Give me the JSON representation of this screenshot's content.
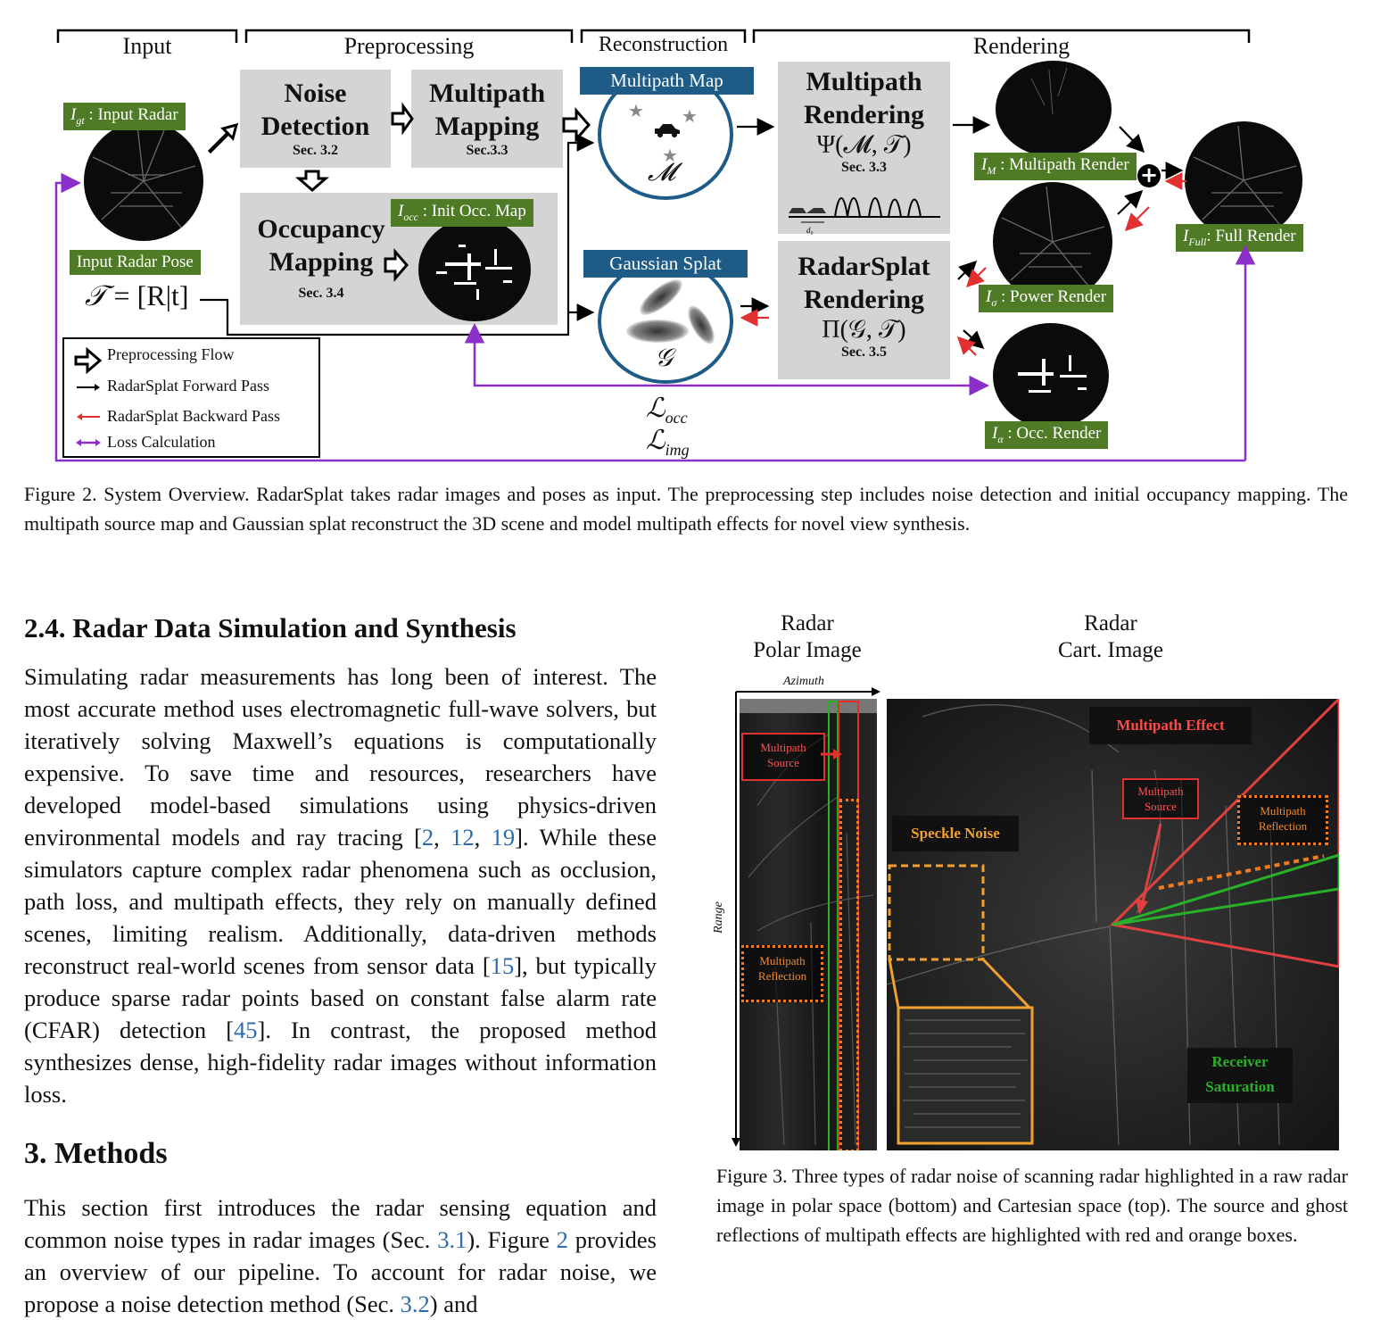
{
  "fig2": {
    "stages": {
      "input": "Input",
      "preprocessing": "Preprocessing",
      "reconstruction": "Reconstruction",
      "rendering": "Rendering"
    },
    "noise": {
      "title": "Noise Detection",
      "sec": "Sec. 3.2"
    },
    "multipath_map_box": {
      "title": "Multipath Mapping",
      "sec": "Sec.3.3"
    },
    "occupancy": {
      "title": "Occupancy Mapping",
      "sec": "Sec. 3.4"
    },
    "init_occ_tag": {
      "sym": "I",
      "sub": "occ",
      "text": " : Init Occ. Map"
    },
    "input_radar_tag": {
      "sym": "I",
      "sub": "gt",
      "text": " : Input Radar"
    },
    "input_pose_tag": "Input Radar Pose",
    "pose_eq": {
      "T": "𝒯",
      "rest": "= [R|t]"
    },
    "multipath_map_tag": "Multipath Map",
    "gaussian_tag": "Gaussian Splat",
    "M_sym": "𝓜",
    "G_sym": "𝒢",
    "mp_render": {
      "title": "Multipath Rendering",
      "formula": "Ψ(𝓜, 𝒯)",
      "sec": "Sec. 3.3",
      "d0": "d₀"
    },
    "rs_render": {
      "title": "RadarSplat Rendering",
      "formula": "Π(𝒢, 𝒯)",
      "sec": "Sec. 3.5"
    },
    "out_tags": {
      "mp": {
        "sym": "I",
        "sub": "M",
        "text": " : Multipath Render"
      },
      "pw": {
        "sym": "I",
        "sub": "σ",
        "text": " : Power Render"
      },
      "occ": {
        "sym": "I",
        "sub": "α",
        "text": " : Occ. Render"
      },
      "full": {
        "sym": "I",
        "sub": "Full",
        "text": ": Full Render"
      }
    },
    "plus": "+",
    "loss1": {
      "sym": "ℒ",
      "sub": "occ"
    },
    "loss2": {
      "sym": "ℒ",
      "sub": "img"
    },
    "legend": [
      "Preprocessing Flow",
      "RadarSplat Forward Pass",
      "RadarSplat Backward Pass",
      "Loss Calculation"
    ],
    "colors": {
      "grey_box": "#d4d4d4",
      "green_tag": "#4f7a26",
      "blue_tag": "#1e5b86",
      "backward": "#e23030",
      "loss": "#8a2fc9"
    }
  },
  "fig2_caption": "Figure 2. System Overview. RadarSplat takes radar images and poses as input. The preprocessing step includes noise detection and initial occupancy mapping. The multipath source map and Gaussian splat reconstruct the 3D scene and model multipath effects for novel view synthesis.",
  "section24": {
    "heading": "2.4. Radar Data Simulation and Synthesis",
    "p_a": "Simulating radar measurements has long been of interest. The most accurate method uses electromagnetic full-wave solvers, but iteratively solving Maxwell’s equations is computationally expensive. To save time and resources, researchers have developed model-based simulations using physics-driven environmental models and ray tracing [",
    "c2": "2",
    "sep1": ", ",
    "c12": "12",
    "sep2": ", ",
    "c19": "19",
    "p_b": "]. While these simulators capture complex radar phenomena such as occlusion, path loss, and multipath effects, they rely on manually defined scenes, limiting realism. Additionally, data-driven methods reconstruct real-world scenes from sensor data [",
    "c15": "15",
    "p_c": "], but typically produce sparse radar points based on constant false alarm rate (CFAR) detection [",
    "c45": "45",
    "p_d": "]. In contrast, the proposed method synthesizes dense, high-fidelity radar images without information loss."
  },
  "section3": {
    "heading": "3. Methods",
    "p_a": "This section first introduces the radar sensing equation and common noise types in radar images (Sec. ",
    "ref31": "3.1",
    "p_b": "). Figure ",
    "ref2": "2",
    "p_c": " provides an overview of our pipeline. To account for radar noise, we propose a noise detection method (Sec. ",
    "ref32": "3.2",
    "p_d": ") and"
  },
  "fig3": {
    "polar_title": "Radar\nPolar Image",
    "cart_title": "Radar\nCart. Image",
    "azimuth": "Azimuth",
    "range": "Range",
    "polar_mp_source": "Multipath\nSource",
    "polar_mp_reflection": "Multipath\nReflection",
    "cart_mp_effect": "Multipath Effect",
    "cart_mp_source": "Multipath\nSource",
    "cart_mp_reflection": "Multipath\nReflection",
    "speckle": "Speckle Noise",
    "receiver": "Receiver\nSaturation",
    "caption": "Figure 3. Three types of radar noise of scanning radar highlighted in a raw radar image in polar space (bottom) and Cartesian space (top). The source and ghost reflections of multipath effects are highlighted with red and orange boxes."
  }
}
